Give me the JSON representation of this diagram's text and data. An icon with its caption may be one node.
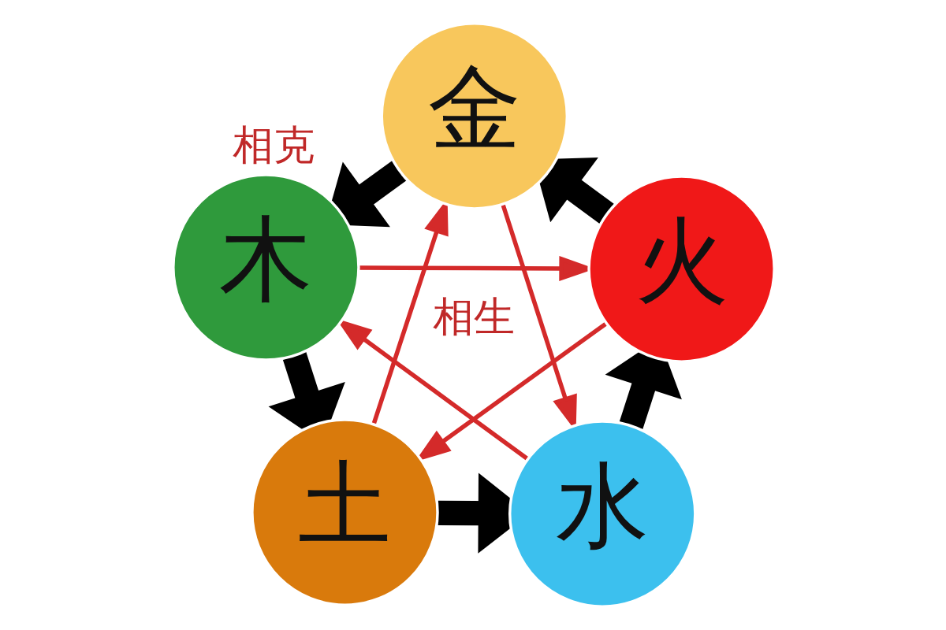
{
  "diagram": {
    "nodes": [
      {
        "text": [
          "金"
        ]
      },
      {
        "text": [
          "木"
        ]
      },
      {
        "text": [
          "火"
        ]
      },
      {
        "text": [
          "土"
        ]
      },
      {
        "text": [
          "水"
        ]
      }
    ],
    "edges": [
      {
        "from": 0,
        "to": 1,
        "arrow": "to",
        "style": "thick",
        "label": "相克"
      },
      {
        "from": 1,
        "to": 3,
        "arrow": "to",
        "style": "thick"
      },
      {
        "from": 3,
        "to": 4,
        "arrow": "to",
        "style": "thick"
      },
      {
        "from": 4,
        "to": 2,
        "arrow": "to",
        "style": "thick"
      },
      {
        "from": 2,
        "to": 0,
        "arrow": "to",
        "style": "thick"
      },
      {
        "from": 1,
        "to": 2,
        "arrow": "to",
        "color": "#d42a2a"
      },
      {
        "from": 2,
        "to": 3,
        "arrow": "to",
        "color": "#d42a2a"
      },
      {
        "from": 3,
        "to": 0,
        "arrow": "to",
        "color": "#d42a2a"
      },
      {
        "from": 0,
        "to": 4,
        "arrow": "to",
        "color": "#d42a2a",
        "label": "相生"
      },
      {
        "from": 4,
        "to": 1,
        "arrow": "to",
        "color": "#d42a2a"
      }
    ]
  }
}
